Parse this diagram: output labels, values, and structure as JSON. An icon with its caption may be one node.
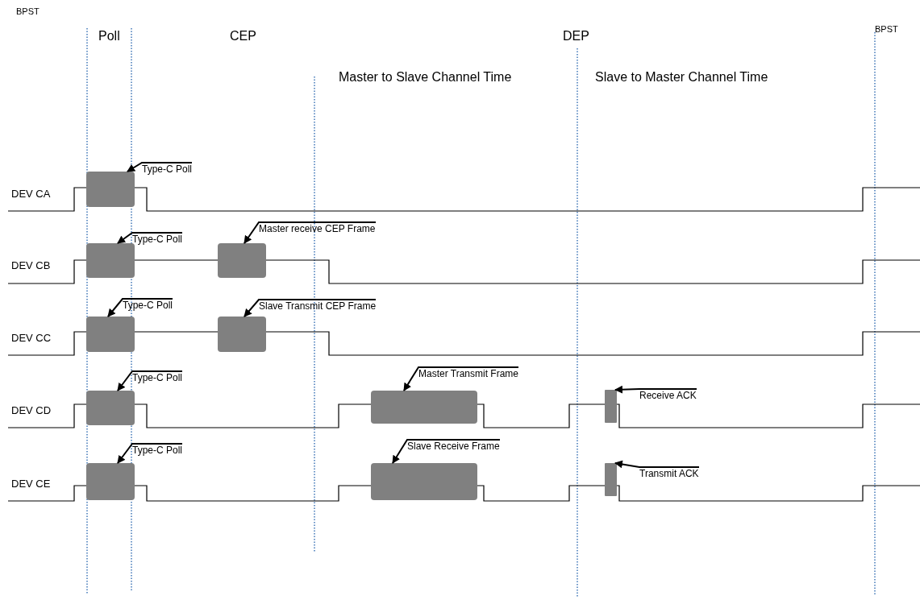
{
  "diagram": {
    "nodes": [
      {
        "text": [
          "Type-C Poll"
        ]
      },
      {
        "text": [],
        "shape": "box"
      },
      {
        "text": [
          "Type-C Poll"
        ]
      },
      {
        "text": [],
        "shape": "box"
      },
      {
        "text": [
          "Master receive CEP Frame"
        ]
      },
      {
        "text": [],
        "shape": "box"
      },
      {
        "text": [
          "Type-C Poll"
        ]
      },
      {
        "text": [],
        "shape": "box"
      },
      {
        "text": [
          "Slave Transmit CEP Frame"
        ]
      },
      {
        "text": [],
        "shape": "box"
      },
      {
        "text": [
          "Type-C Poll"
        ]
      },
      {
        "text": [],
        "shape": "box"
      },
      {
        "text": [
          "Master Transmit Frame"
        ]
      },
      {
        "text": [],
        "shape": "box"
      },
      {
        "text": [
          "Receive ACK"
        ]
      },
      {
        "text": [],
        "shape": "bar"
      },
      {
        "text": [
          "Type-C Poll"
        ]
      },
      {
        "text": [],
        "shape": "box"
      },
      {
        "text": [
          "Slave Receive Frame"
        ]
      },
      {
        "text": [],
        "shape": "box"
      },
      {
        "text": [
          "Transmit ACK"
        ]
      },
      {
        "text": [],
        "shape": "bar"
      }
    ],
    "edges": [
      {
        "from": 0,
        "to": 1,
        "arrow": "to"
      },
      {
        "from": 2,
        "to": 3,
        "arrow": "to"
      },
      {
        "from": 4,
        "to": 5,
        "arrow": "to"
      },
      {
        "from": 6,
        "to": 7,
        "arrow": "to"
      },
      {
        "from": 8,
        "to": 9,
        "arrow": "to"
      },
      {
        "from": 10,
        "to": 11,
        "arrow": "to"
      },
      {
        "from": 12,
        "to": 13,
        "arrow": "to"
      },
      {
        "from": 14,
        "to": 15,
        "arrow": "to"
      },
      {
        "from": 16,
        "to": 17,
        "arrow": "to"
      },
      {
        "from": 18,
        "to": 19,
        "arrow": "to"
      },
      {
        "from": 20,
        "to": 21,
        "arrow": "to"
      }
    ],
    "labels": [
      "BPST",
      "BPST",
      "Poll",
      "CEP",
      "DEP",
      "Master to Slave Channel Time",
      "Slave to Master Channel Time",
      "DEV CA",
      "DEV CB",
      "DEV CC",
      "DEV CD",
      "DEV CE"
    ]
  }
}
